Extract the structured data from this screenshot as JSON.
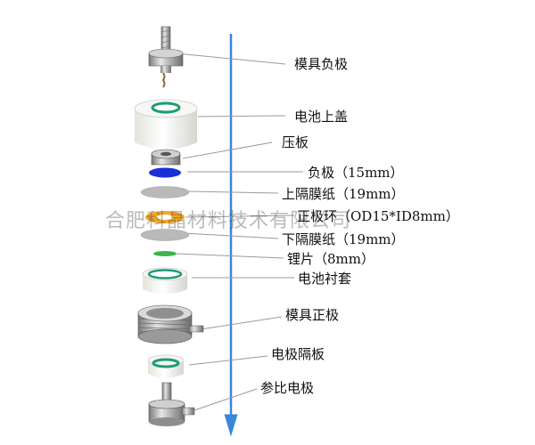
{
  "components": [
    {
      "id": "mold-negative",
      "label": "模具负极"
    },
    {
      "id": "cell-top-cap",
      "label": "电池上盖"
    },
    {
      "id": "press-plate",
      "label": "压板"
    },
    {
      "id": "negative-electrode",
      "label": "负极（15mm）"
    },
    {
      "id": "upper-separator",
      "label": "上隔膜纸（19mm）"
    },
    {
      "id": "positive-ring",
      "label": "正极环（OD15*ID8mm）"
    },
    {
      "id": "lower-separator",
      "label": "下隔膜纸（19mm）"
    },
    {
      "id": "lithium-sheet",
      "label": "锂片（8mm）"
    },
    {
      "id": "cell-liner",
      "label": "电池衬套"
    },
    {
      "id": "mold-positive",
      "label": "模具正极"
    },
    {
      "id": "electrode-spacer",
      "label": "电极隔板"
    },
    {
      "id": "reference-electrode",
      "label": "参比电极"
    }
  ],
  "watermark": "合肥科晶材料技术有限公司",
  "colors": {
    "arrow": "#3a86d8",
    "negative_disc": "#1a2fd6",
    "positive_ring": "#f2a623",
    "lithium": "#3cb44b",
    "separator": "#b9b9b9",
    "white_part": "#f3f3ef",
    "metal": "#a8a8a8",
    "seal": "#1e9b76"
  }
}
